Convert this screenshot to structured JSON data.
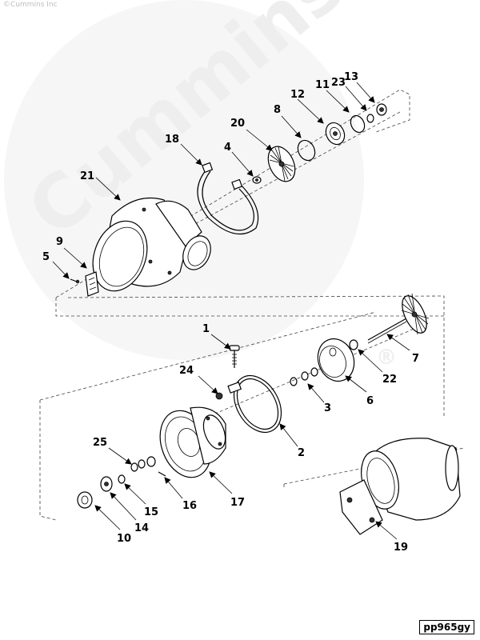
{
  "copyright": "©Cummins Inc",
  "watermark": {
    "text": "Cummins",
    "registered_mark": "®"
  },
  "diagram_code": "pp965gy",
  "callouts": {
    "c1": "1",
    "c2": "2",
    "c3": "3",
    "c4": "4",
    "c5": "5",
    "c6": "6",
    "c7": "7",
    "c8": "8",
    "c9": "9",
    "c10": "10",
    "c11": "11",
    "c12": "12",
    "c13": "13",
    "c14": "14",
    "c15": "15",
    "c16": "16",
    "c17": "17",
    "c18": "18",
    "c19": "19",
    "c20": "20",
    "c21": "21",
    "c22": "22",
    "c23": "23",
    "c24": "24",
    "c25": "25"
  }
}
